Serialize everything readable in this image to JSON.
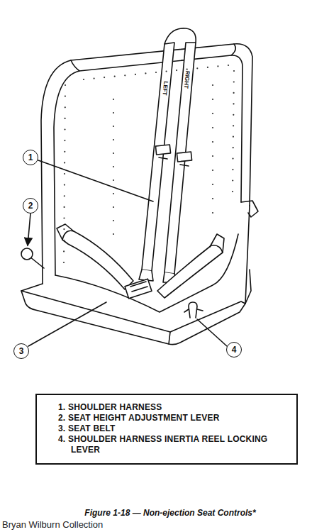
{
  "diagram": {
    "caption": "Figure 1-18 — Non-ejection Seat Controls*",
    "nodes": [
      {
        "text": [
          "1"
        ]
      },
      {
        "text": [
          "2"
        ]
      },
      {
        "text": [
          "3"
        ]
      },
      {
        "text": [
          "4"
        ]
      },
      {
        "text": [
          "1. SHOULDER HARNESS",
          "2. SEAT HEIGHT ADJUSTMENT LEVER",
          "3. SEAT BELT",
          "4. SHOULDER HARNESS INERTIA REEL LOCKING LEVER"
        ]
      }
    ],
    "labels": [
      "RIGHT",
      "LEFT",
      "Bryan Wilburn Collection"
    ]
  }
}
